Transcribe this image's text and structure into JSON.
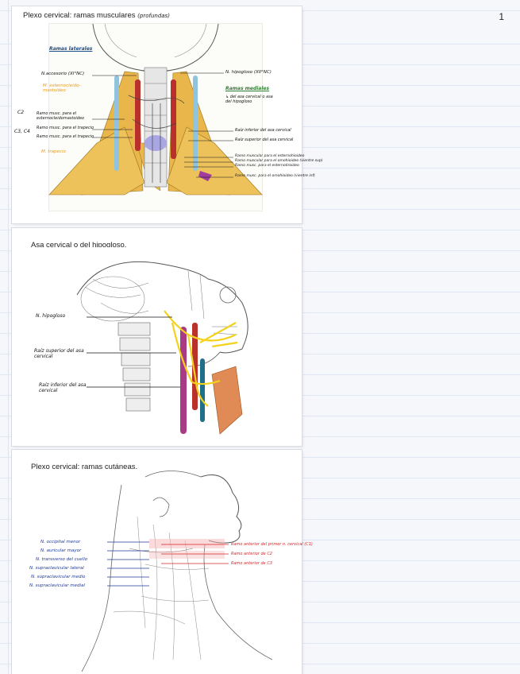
{
  "page_number": "1",
  "slide1": {
    "title": "Plexo cervical: ramas musculares",
    "title_note": "(profundas)",
    "lateral_header": "Ramas laterales",
    "medial_header": "Ramas mediales",
    "medial_note": "↳ del asa cervical o asa del hipogloso",
    "left_labels": [
      "N.accesorio (XI°NC)",
      "M. esternocleido-mastoideo",
      "Ramo musc. para el esternocleidomastoideo",
      "Ramo musc. para el trapecio",
      "Ramo musc. para el trapecio",
      "M. trapecio"
    ],
    "c_labels": [
      "C2",
      "C3, C4"
    ],
    "right_labels": [
      "N. hipogloso (XII°NC)",
      "Raíz inferior del asa cervical",
      "Raíz superior del asa cervical",
      "Ramo muscular para el esternohioideo",
      "Ramo muscular para el omohioideo (vientre sup)",
      "Ramo musc. para el esternotiroideo",
      "Ramo musc. para el omohioideo (vientre inf)"
    ]
  },
  "slide2": {
    "title": "Asa cervical o del hipogloso.",
    "labels": [
      "N. hipogloso",
      "Raíz superior del asa cervical",
      "Raíz inferior del asa cervical"
    ]
  },
  "slide3": {
    "title": "Plexo cervical: ramas cutáneas.",
    "blue_labels": [
      "N. occipital menor",
      "N. auricular mayor",
      "N. transverso del cuello",
      "N. supraclavicular lateral",
      "N. supraclavicular medio",
      "N. supraclavicular medial"
    ],
    "red_labels": [
      "Ramo anterior del primer n. cervical (C1)",
      "Ramo anterior de C2",
      "Ramo anterior de C3"
    ]
  },
  "colors": {
    "muscle": "#e8b64a",
    "artery": "#b8322b",
    "vein_blue": "#8fc4dc",
    "nerve_yellow": "#f3d21b",
    "label_orange": "#e89a1a",
    "label_blue": "#1f3a9e",
    "label_red": "#d4262a",
    "header_green": "#2e7d32"
  }
}
